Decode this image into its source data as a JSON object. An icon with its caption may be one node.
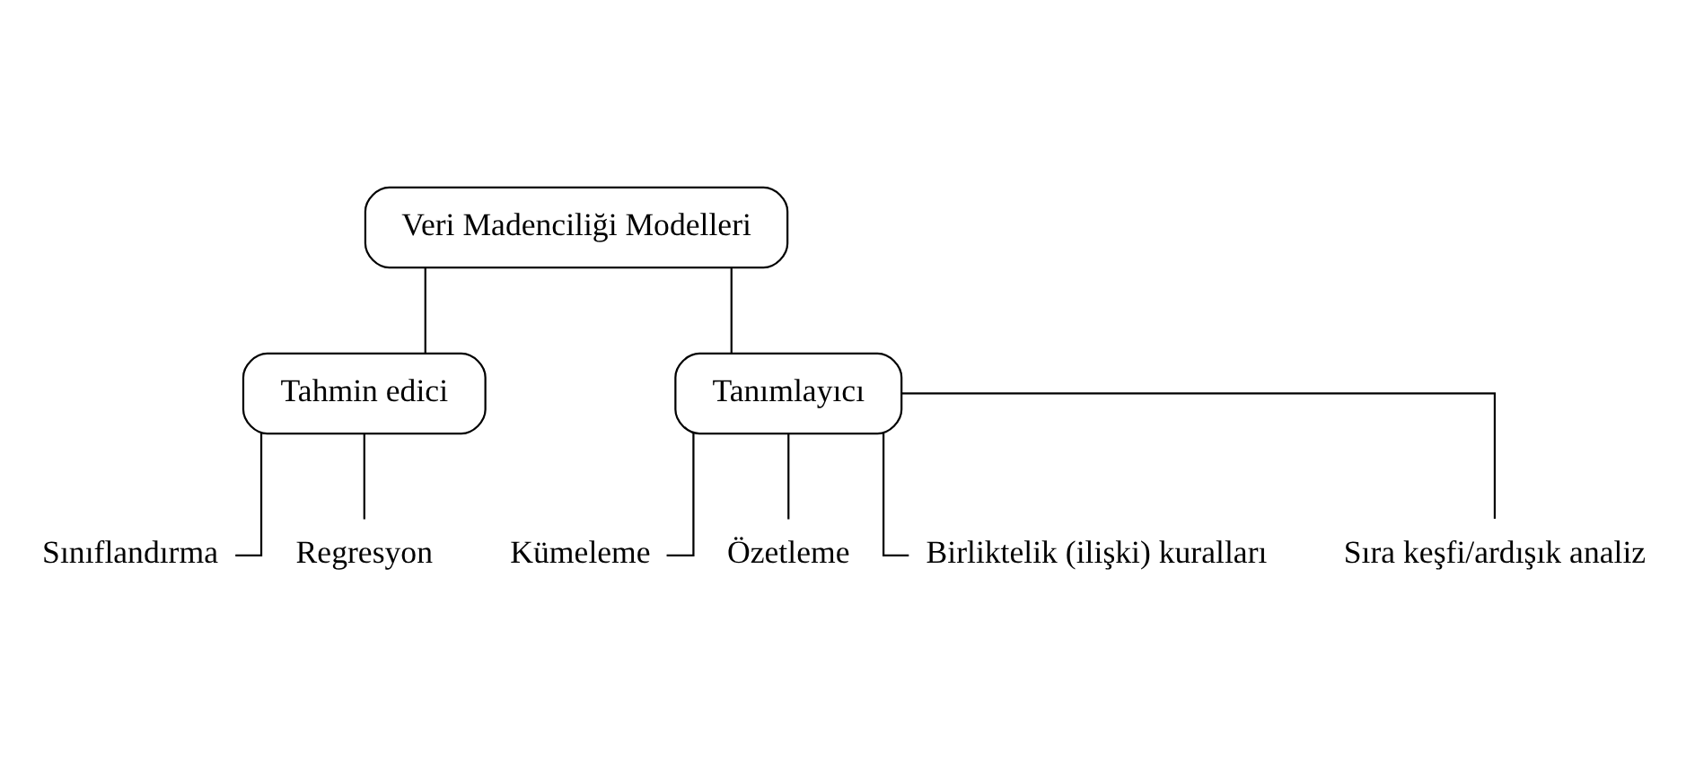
{
  "diagram": {
    "nodes": [
      {
        "text": [
          "Veri Madenciliği Modelleri"
        ]
      },
      {
        "text": [
          "Tahmin edici"
        ]
      },
      {
        "text": [
          "Tanımlayıcı"
        ]
      },
      {
        "text": [
          "Sınıflandırma"
        ]
      },
      {
        "text": [
          "Regresyon"
        ]
      },
      {
        "text": [
          "Kümeleme"
        ]
      },
      {
        "text": [
          "Özetleme"
        ]
      },
      {
        "text": [
          "Birliktelik (ilişki) kuralları"
        ]
      },
      {
        "text": [
          "Sıra keşfi/ardışık analiz"
        ]
      }
    ],
    "edges": [
      {
        "from": 0,
        "to": 1,
        "arrow": "none"
      },
      {
        "from": 0,
        "to": 2,
        "arrow": "none"
      },
      {
        "from": 1,
        "to": 3,
        "arrow": "none"
      },
      {
        "from": 1,
        "to": 4,
        "arrow": "none"
      },
      {
        "from": 2,
        "to": 5,
        "arrow": "none"
      },
      {
        "from": 2,
        "to": 6,
        "arrow": "none"
      },
      {
        "from": 2,
        "to": 7,
        "arrow": "none"
      },
      {
        "from": 2,
        "to": 8,
        "arrow": "none"
      }
    ]
  }
}
